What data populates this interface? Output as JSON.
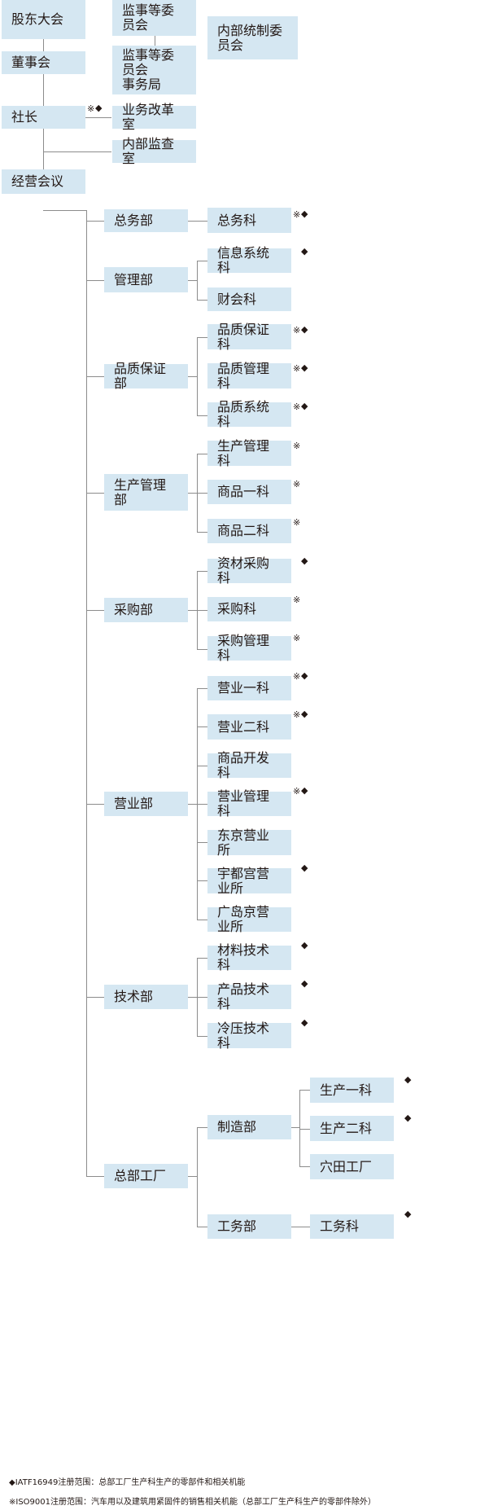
{
  "boxes": {
    "shareholders": "股东大会",
    "audit_committee": "监事等委员会",
    "audit_committee_office": "监事等委员会\n事务局",
    "internal_control_committee": "内部统制委员会",
    "board": "董事会",
    "president": "社长",
    "business_reform_office": "业务改革室",
    "internal_audit_office": "内部监查室",
    "management_meeting": "经营会议",
    "general_affairs_dept": "总务部",
    "general_affairs_section": "总务科",
    "administration_dept": "管理部",
    "information_systems_section": "信息系统科",
    "finance_section": "财会科",
    "quality_assurance_dept": "品质保证部",
    "quality_assurance_section": "品质保证科",
    "quality_management_section": "品质管理科",
    "quality_systems_section": "品质系统科",
    "production_management_dept": "生产管理部",
    "production_management_section": "生产管理科",
    "product_section_1": "商品一科",
    "product_section_2": "商品二科",
    "purchasing_dept": "采购部",
    "materials_purchasing_section": "资材采购科",
    "purchasing_section": "采购科",
    "purchasing_management_section": "采购管理科",
    "sales_dept": "营业部",
    "sales_section_1": "营业一科",
    "sales_section_2": "营业二科",
    "product_development_section": "商品开发科",
    "sales_management_section": "营业管理科",
    "tokyo_sales_office": "东京营业所",
    "utsunomiya_sales_office": "宇都宫营业所",
    "hiroshima_sales_office": "广岛京营业所",
    "technology_dept": "技术部",
    "materials_technology_section": "材料技术科",
    "product_technology_section": "产品技术科",
    "press_technology_section": "冷压技术科",
    "head_office_factory": "总部工厂",
    "manufacturing_dept": "制造部",
    "production_section_1": "生产一科",
    "production_section_2": "生产二科",
    "anada_factory": "穴田工厂",
    "engineering_dept": "工务部",
    "engineering_section": "工务科"
  },
  "markers": {
    "iso": "※",
    "iatf": "◆"
  },
  "legend": {
    "iatf": "◆IATF16949注册范围：总部工厂生产科生产的零部件和相关机能",
    "iso": "※ISO9001注册范围：汽车用以及建筑用紧固件的销售相关机能（总部工厂生产科生产的零部件除外）"
  }
}
